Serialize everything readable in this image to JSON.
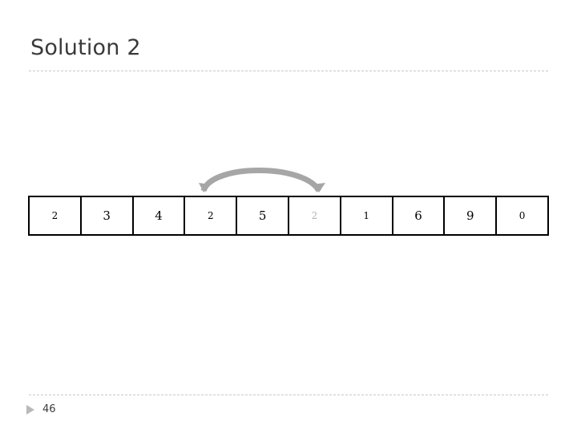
{
  "slide": {
    "title": "Solution 2",
    "page_number": "46"
  },
  "array": {
    "cells": [
      {
        "value": "2",
        "style": "small"
      },
      {
        "value": "3",
        "style": "normal"
      },
      {
        "value": "4",
        "style": "normal"
      },
      {
        "value": "2",
        "style": "small"
      },
      {
        "value": "5",
        "style": "normal"
      },
      {
        "value": "2",
        "style": "faded"
      },
      {
        "value": "1",
        "style": "small"
      },
      {
        "value": "6",
        "style": "normal"
      },
      {
        "value": "9",
        "style": "normal"
      },
      {
        "value": "0",
        "style": "small"
      }
    ]
  },
  "annotation": {
    "arrow_name": "swap-arc-arrow",
    "arrow_color": "#a6a6a6",
    "from_cell_index": 3,
    "to_cell_index": 5
  },
  "colors": {
    "title": "#3a3a3a",
    "rule": "#c8c8c8",
    "cell_border": "#000000",
    "faded_text": "#b5b5b5"
  }
}
